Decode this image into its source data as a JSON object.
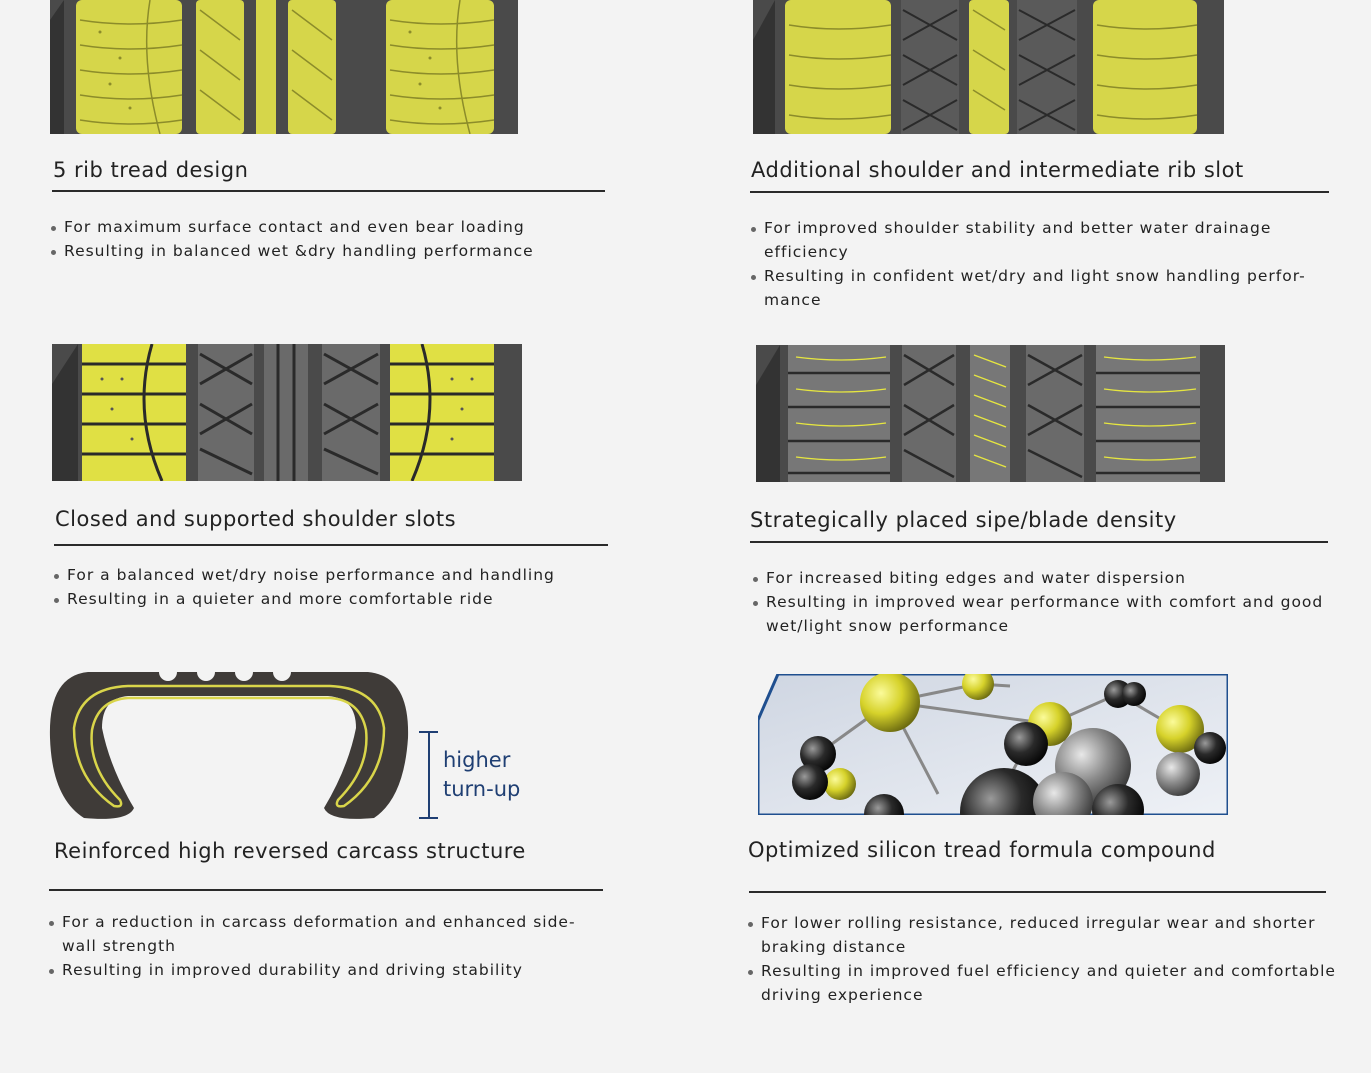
{
  "colors": {
    "background": "#f3f3f3",
    "tread_yellow": "#d8d84a",
    "tread_dark": "#4a4a4a",
    "accent_blue": "#1f3f73"
  },
  "features": [
    {
      "title": "5 rib tread design",
      "bullets": [
        "For maximum surface contact and even bear loading",
        "Resulting in balanced wet &dry handling performance"
      ]
    },
    {
      "title": "Additional shoulder and intermediate rib slot",
      "bullets": [
        "For improved shoulder stability and better water drainage efficiency",
        "Resulting in confident wet/dry and light snow handling perfor-mance"
      ]
    },
    {
      "title": "Closed and supported shoulder slots",
      "bullets": [
        "For a balanced wet/dry noise performance and handling",
        "Resulting in a quieter and more comfortable ride"
      ]
    },
    {
      "title": "Strategically placed sipe/blade density",
      "bullets": [
        "For increased biting edges and water dispersion",
        "Resulting in improved wear performance with comfort and good wet/light snow performance"
      ]
    },
    {
      "title": "Reinforced high reversed carcass structure",
      "bullets": [
        "For a reduction in carcass deformation and enhanced side-wall strength",
        "Resulting in improved durability and driving stability"
      ]
    },
    {
      "title": "Optimized silicon tread formula compound",
      "bullets": [
        "For lower rolling resistance, reduced irregular wear and shorter braking distance",
        "Resulting in improved fuel efficiency and quieter and comfortable driving experience"
      ]
    }
  ],
  "carcass_annotation": {
    "line1": "higher",
    "line2": "turn-up"
  },
  "icons": {
    "tread_1": "five-rib-tread-illustration",
    "tread_2": "shoulder-rib-slot-tread-illustration",
    "tread_3": "closed-shoulder-slot-tread-illustration",
    "tread_4": "sipe-density-tread-illustration",
    "carcass": "tire-carcass-cross-section-illustration",
    "compound": "silicon-molecule-illustration"
  }
}
